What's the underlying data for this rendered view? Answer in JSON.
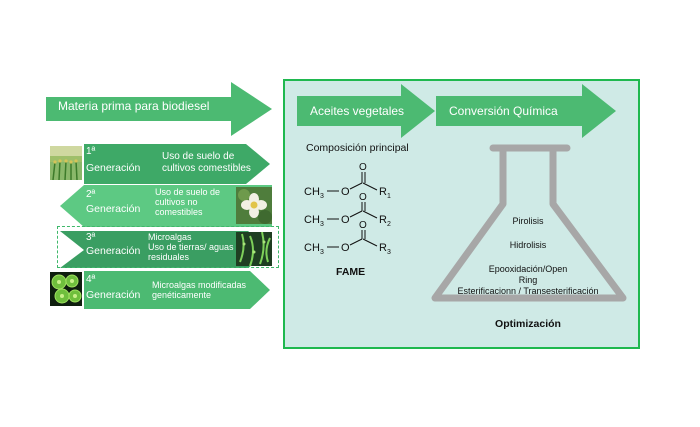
{
  "banner": {
    "label": "Materia prima para biodiesel"
  },
  "generations": [
    {
      "num": "1ª",
      "word": "Generación",
      "desc": [
        "Uso de suelo de",
        "cultivos  comestibles"
      ]
    },
    {
      "num": "2ª",
      "word": "Generación",
      "desc": [
        "Uso de suelo de",
        "cultivos no",
        "comestibles"
      ]
    },
    {
      "num": "3ª",
      "word": "Generación",
      "desc": [
        "Microalgas",
        "Uso de tierras/ aguas",
        "residuales"
      ]
    },
    {
      "num": "4ª",
      "word": "Generación",
      "desc": [
        "Microalgas modificadas",
        "genéticamente"
      ]
    }
  ],
  "panel": {
    "arrow1": "Aceites vegetales",
    "arrow2": "Conversión Química",
    "composition_title": "Composición principal",
    "fame_label": "FAME",
    "chem": {
      "ch3": "CH",
      "sub3": "3",
      "o": "O",
      "r": "R",
      "r_subs": [
        "1",
        "2",
        "3"
      ]
    },
    "flask_items": [
      "Pirolisis",
      "Hidrolisis",
      "Epooxidación/Open",
      "Ring",
      "Esterificacionn  / Transesterificación"
    ],
    "optimization": "Optimización"
  },
  "colors": {
    "dark_green": "#3a9e62",
    "mid_green": "#4cba72",
    "light_green": "#5dc983",
    "panel_bg": "#cfeae6",
    "panel_border": "#1fb84f",
    "flask": "#a7a7a7"
  }
}
